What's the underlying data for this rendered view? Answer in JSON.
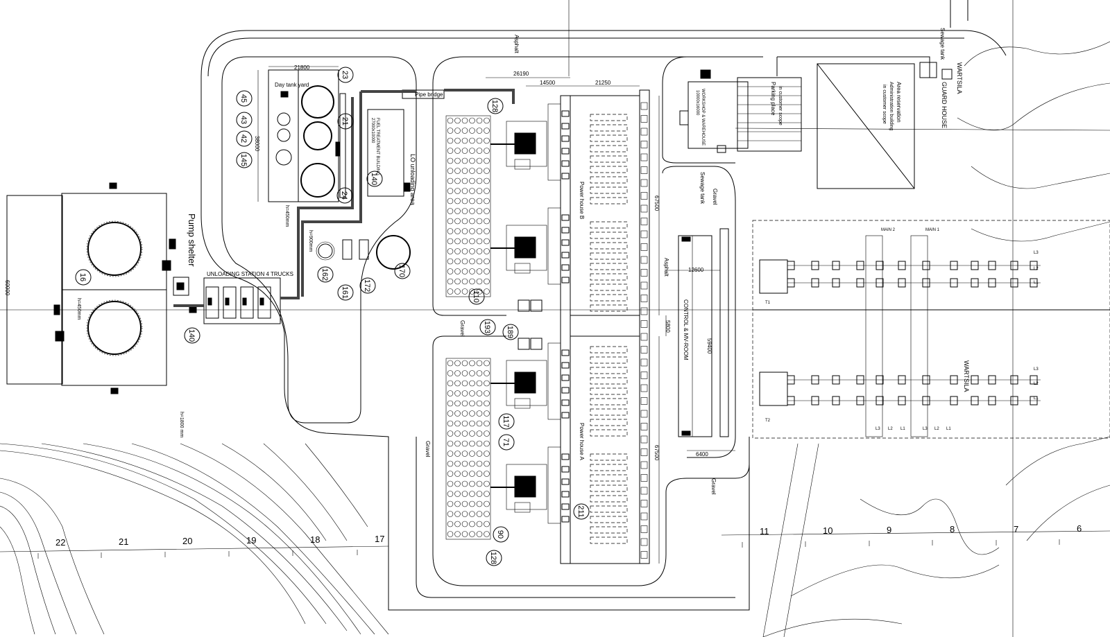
{
  "labels": {
    "asphalt_top": "Asphalt",
    "asphalt_mid": "Asphalt",
    "gravel_1": "Gravel",
    "gravel_2": "Gravel",
    "gravel_3": "Gravel",
    "gravel_4": "Gravel",
    "pipe_bridge": "Pipe bridge",
    "pump_shelter": "Pump shelter",
    "unloading_station": "UNLOADING STATION 4 TRUCKS",
    "lo_unloading": "LO unloading area",
    "fuel_treatment": "FUEL TREATMENT BUILDING",
    "fuel_treatment_size": "27000x10000",
    "day_tank": "Day tank yard",
    "power_house_b": "Power house B",
    "power_house_a": "Power house A",
    "control_room": "CONTROL & MV-ROOM",
    "workshop": "WORKSHOP & WAREHOUSE",
    "workshop_size": "10000x16000",
    "parking": "Parking place",
    "parking_scope": "in customer scope",
    "area_reservation": "Area reservation",
    "admin_building": "Administration building",
    "admin_scope": "in customer scope",
    "guard_house": "GUARD HOUSE",
    "wartsila_top": "WARTSILA",
    "wartsila_sub": "WARTSILA",
    "sewage_tank_top": "Sewage tank",
    "sewage_tank_mid": "Sewage tank",
    "main_1": "MAIN 1",
    "main_2": "MAIN 2",
    "t1": "T1",
    "t2": "T2"
  },
  "dimensions": {
    "d21800": "21800",
    "d26190": "26190",
    "d14500": "14500",
    "d21250": "21250",
    "d38000": "38000",
    "d60000": "60000",
    "d67500_top": "67500",
    "d67500_bot": "67500",
    "d12600": "12600",
    "d5800": "5800",
    "d59400": "59400",
    "d6400": "6400",
    "h450": "h=450mm",
    "h900": "h=900mm",
    "h1800": "h=1800 mm",
    "h450b": "h=450mm"
  },
  "callouts": [
    "23",
    "21",
    "24",
    "45",
    "43",
    "42",
    "145",
    "140",
    "162",
    "161",
    "172",
    "170",
    "16",
    "140",
    "128",
    "110",
    "193",
    "189",
    "117",
    "71",
    "90",
    "211",
    "128"
  ],
  "grid": [
    "22",
    "21",
    "20",
    "19",
    "18",
    "17",
    "11",
    "10",
    "9",
    "8",
    "7",
    "6"
  ],
  "lines_switch": [
    "L3",
    "L2",
    "L1",
    "L3",
    "L2",
    "L1",
    "L3",
    "L2",
    "L1",
    "L3",
    "L2",
    "L1"
  ]
}
